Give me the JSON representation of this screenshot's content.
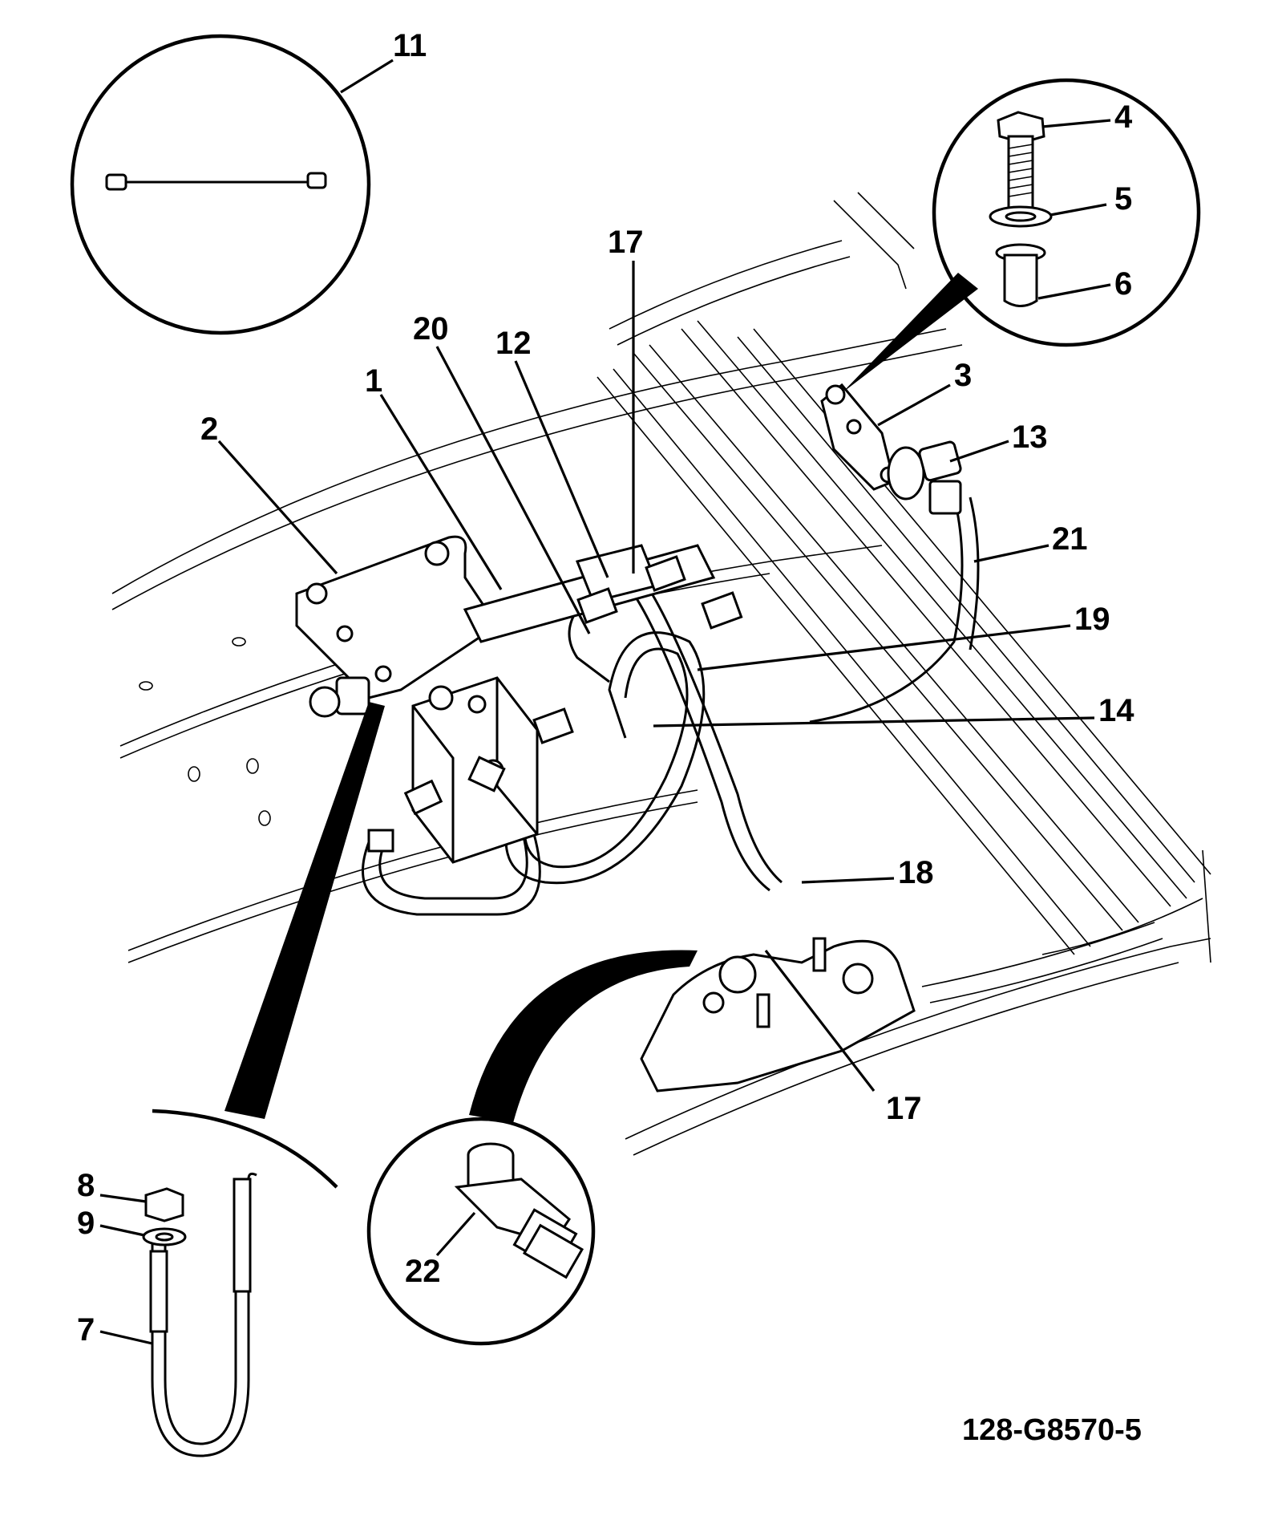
{
  "diagram": {
    "drawing_number": "128-G8570-5",
    "callouts": [
      "1",
      "2",
      "3",
      "4",
      "5",
      "6",
      "7",
      "8",
      "9",
      "11",
      "12",
      "13",
      "14",
      "17",
      "17",
      "18",
      "19",
      "20",
      "21",
      "22"
    ]
  }
}
